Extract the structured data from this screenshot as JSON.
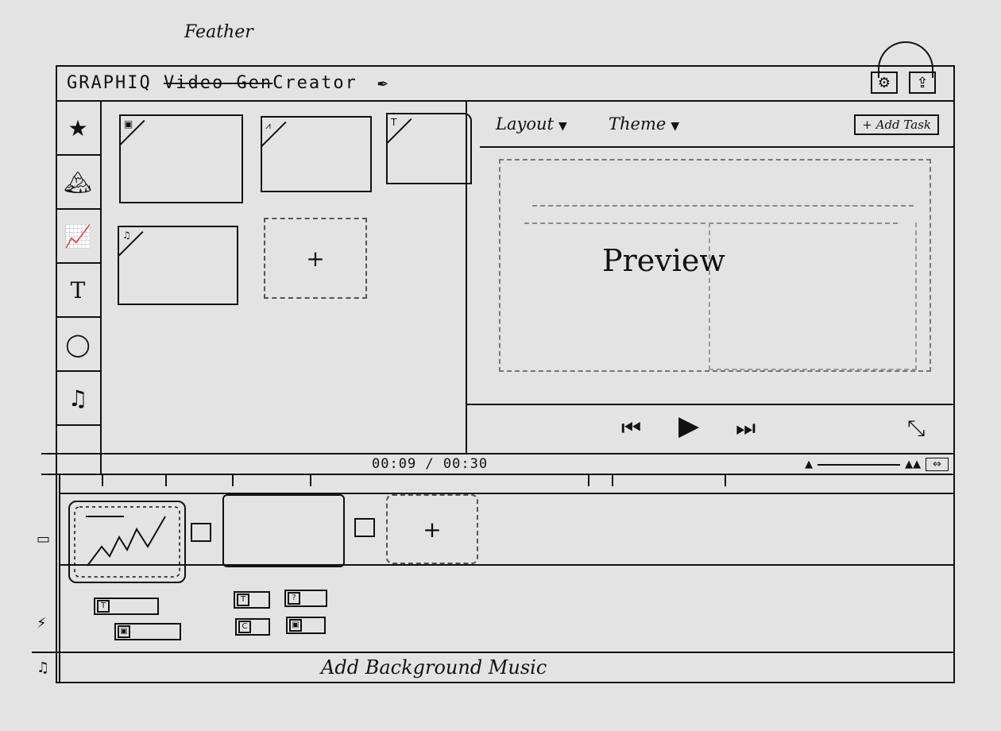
{
  "annotations": {
    "feather_note": "Feather"
  },
  "app": {
    "title_prefix": "GRAPHIQ",
    "title_struck": "Video Gen",
    "title_suffix": "Creator",
    "feather_icon": "✒",
    "header_buttons": [
      {
        "name": "settings-button",
        "icon": "⚙"
      },
      {
        "name": "export-button",
        "icon": "⇪"
      }
    ]
  },
  "sidebar": {
    "items": [
      {
        "id": "favorites",
        "icon": "★"
      },
      {
        "id": "images",
        "icon": "🏔"
      },
      {
        "id": "charts",
        "icon": "📈"
      },
      {
        "id": "text",
        "icon": "T"
      },
      {
        "id": "shapes",
        "icon": "◯"
      },
      {
        "id": "music",
        "icon": "♫"
      }
    ]
  },
  "asset_grid": {
    "items": [
      {
        "type": "image",
        "tag": "▣"
      },
      {
        "type": "chart",
        "tag": "⩘"
      },
      {
        "type": "text",
        "tag": "T"
      },
      {
        "type": "audio",
        "tag": "♫"
      }
    ],
    "add_label": "+"
  },
  "toolbar": {
    "layout_label": "Layout",
    "theme_label": "Theme",
    "caret": "▼",
    "add_task_label": "+ Add Task"
  },
  "preview": {
    "label": "Preview"
  },
  "playback": {
    "prev_icon": "⏮",
    "play_icon": "▶",
    "next_icon": "⏭",
    "fullscreen_icon": "⤡"
  },
  "timeline": {
    "current_time": "00:09",
    "separator": " / ",
    "total_time": "00:30",
    "zoom_out_icon": "▲",
    "zoom_in_icon": "▲▲",
    "zoom_fit_icon": "⇔",
    "track_icons": {
      "video": "▭",
      "overlay": "⚡",
      "music": "♫"
    },
    "clips": [
      {
        "type": "chart-slide"
      },
      {
        "type": "blank-slide"
      }
    ],
    "add_clip_label": "+",
    "overlays": [
      {
        "icon": "T"
      },
      {
        "icon": "▣"
      },
      {
        "icon": "T"
      },
      {
        "icon": "?"
      },
      {
        "icon": "C"
      },
      {
        "icon": "▣"
      }
    ],
    "music_label": "Add Background Music"
  }
}
